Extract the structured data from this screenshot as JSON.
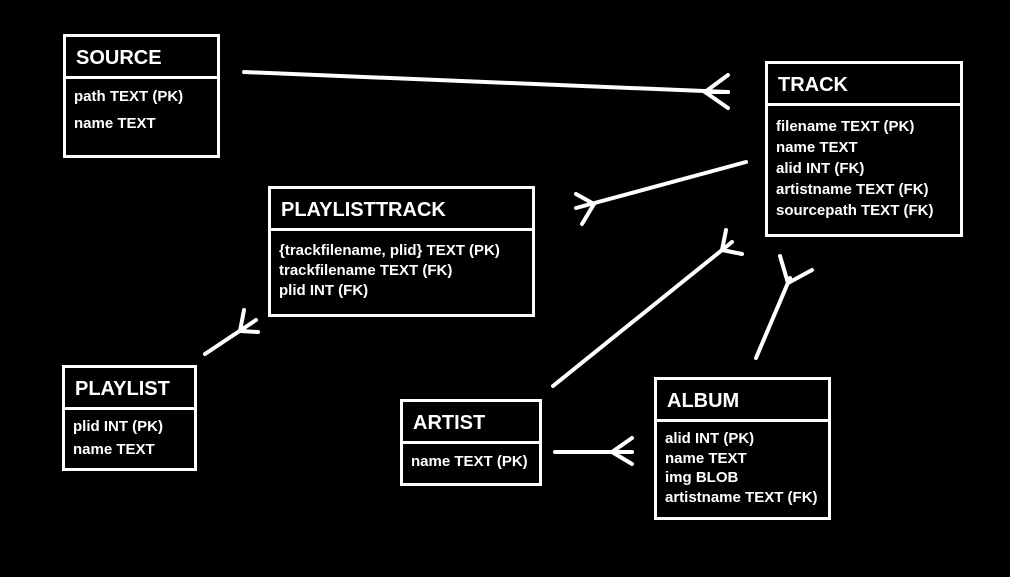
{
  "colors": {
    "background": "#000000",
    "foreground": "#ffffff"
  },
  "entities": {
    "source": {
      "title": "SOURCE",
      "attributes": [
        "path TEXT (PK)",
        "name TEXT"
      ]
    },
    "track": {
      "title": "TRACK",
      "attributes": [
        "filename TEXT (PK)",
        "name TEXT",
        "alid INT (FK)",
        "artistname TEXT (FK)",
        "sourcepath TEXT (FK)"
      ]
    },
    "playlisttrack": {
      "title": "PLAYLISTTRACK",
      "attributes": [
        "{trackfilename, plid} TEXT (PK)",
        "trackfilename TEXT (FK)",
        "plid INT (FK)"
      ]
    },
    "playlist": {
      "title": "PLAYLIST",
      "attributes": [
        "plid INT (PK)",
        "name TEXT"
      ]
    },
    "artist": {
      "title": "ARTIST",
      "attributes": [
        "name TEXT (PK)"
      ]
    },
    "album": {
      "title": "ALBUM",
      "attributes": [
        "alid INT (PK)",
        "name TEXT",
        "img BLOB",
        "artistname TEXT (FK)"
      ]
    }
  },
  "relationships": [
    {
      "from": "SOURCE",
      "to": "TRACK",
      "cardinality": "one-to-many"
    },
    {
      "from": "TRACK",
      "to": "PLAYLISTTRACK",
      "cardinality": "one-to-many"
    },
    {
      "from": "PLAYLISTTRACK",
      "to": "PLAYLIST",
      "cardinality": "many-to-one"
    },
    {
      "from": "ARTIST",
      "to": "TRACK",
      "cardinality": "one-to-many"
    },
    {
      "from": "ALBUM",
      "to": "TRACK",
      "cardinality": "one-to-many"
    },
    {
      "from": "ARTIST",
      "to": "ALBUM",
      "cardinality": "one-to-many"
    }
  ]
}
